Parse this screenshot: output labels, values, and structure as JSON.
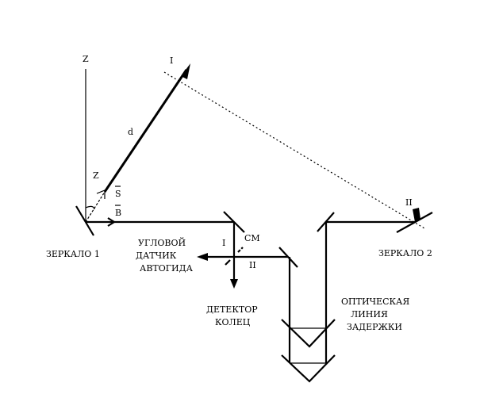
{
  "labels": {
    "z_axis": "Z",
    "z_angle": "Z",
    "d": "d",
    "s_vector": "S",
    "b_vector": "B",
    "beam_i_top": "I",
    "beam_ii_top": "II",
    "beam_i": "I",
    "beam_ii": "II",
    "splitter": "СМ",
    "mirror1": "ЗЕРКАЛО 1",
    "mirror2": "ЗЕРКАЛО 2",
    "sensor_line1": "УГЛОВОЙ",
    "sensor_line2": "ДАТЧИК",
    "sensor_line3": "АВТОГИДА",
    "detector_line1": "ДЕТЕКТОР",
    "detector_line2": "КОЛЕЦ",
    "delay_line1": "ОПТИЧЕСКАЯ",
    "delay_line2": "ЛИНИЯ",
    "delay_line3": "ЗАДЕРЖКИ"
  }
}
